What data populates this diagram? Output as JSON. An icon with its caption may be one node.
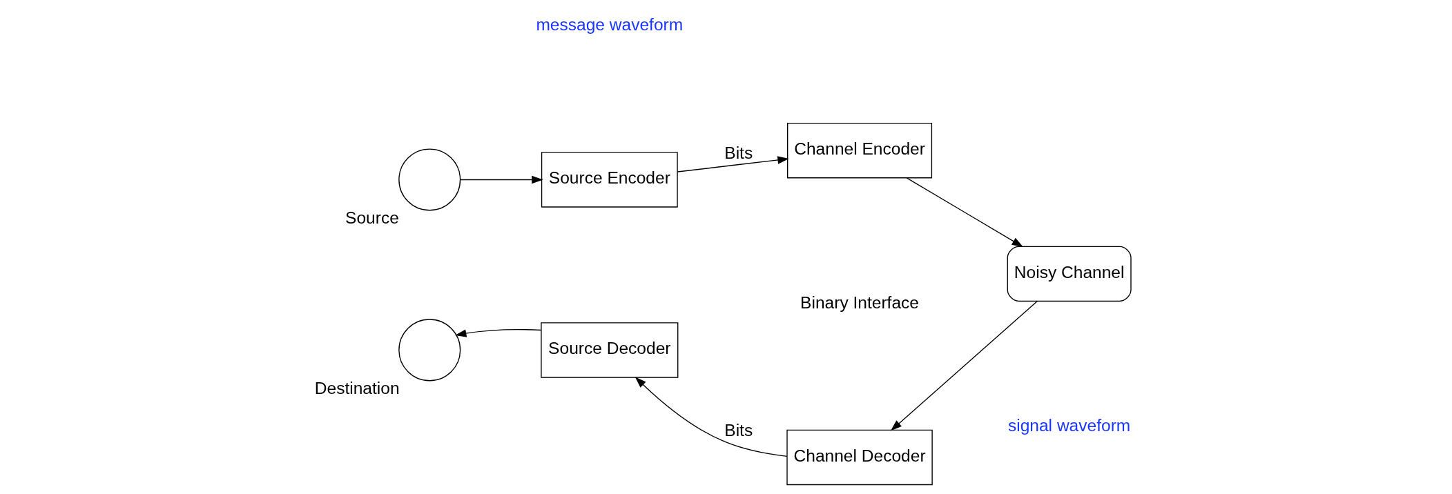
{
  "diagram": {
    "nodes": [
      {
        "text": [],
        "shape": "circle",
        "beside": [
          "Source"
        ]
      },
      {
        "text": [
          "Source Encoder"
        ]
      },
      {
        "text": [
          "Channel Encoder"
        ]
      },
      {
        "text": [
          "Noisy Channel"
        ]
      },
      {
        "text": [
          "Channel Decoder"
        ]
      },
      {
        "text": [
          "Source Decoder"
        ]
      },
      {
        "text": [],
        "shape": "circle",
        "beside": [
          "Destination"
        ]
      }
    ],
    "edges": [
      {
        "from": 0,
        "to": 1,
        "arrow": "to"
      },
      {
        "from": 1,
        "to": 2,
        "arrow": "to",
        "label": "Bits"
      },
      {
        "from": 2,
        "to": 3,
        "arrow": "to"
      },
      {
        "from": 3,
        "to": 4,
        "arrow": "to"
      },
      {
        "from": 4,
        "to": 5,
        "arrow": "to",
        "label": "Bits"
      },
      {
        "from": 5,
        "to": 6,
        "arrow": "to"
      }
    ],
    "labels": [
      "message waveform",
      "signal waveform",
      "Binary Interface"
    ]
  }
}
